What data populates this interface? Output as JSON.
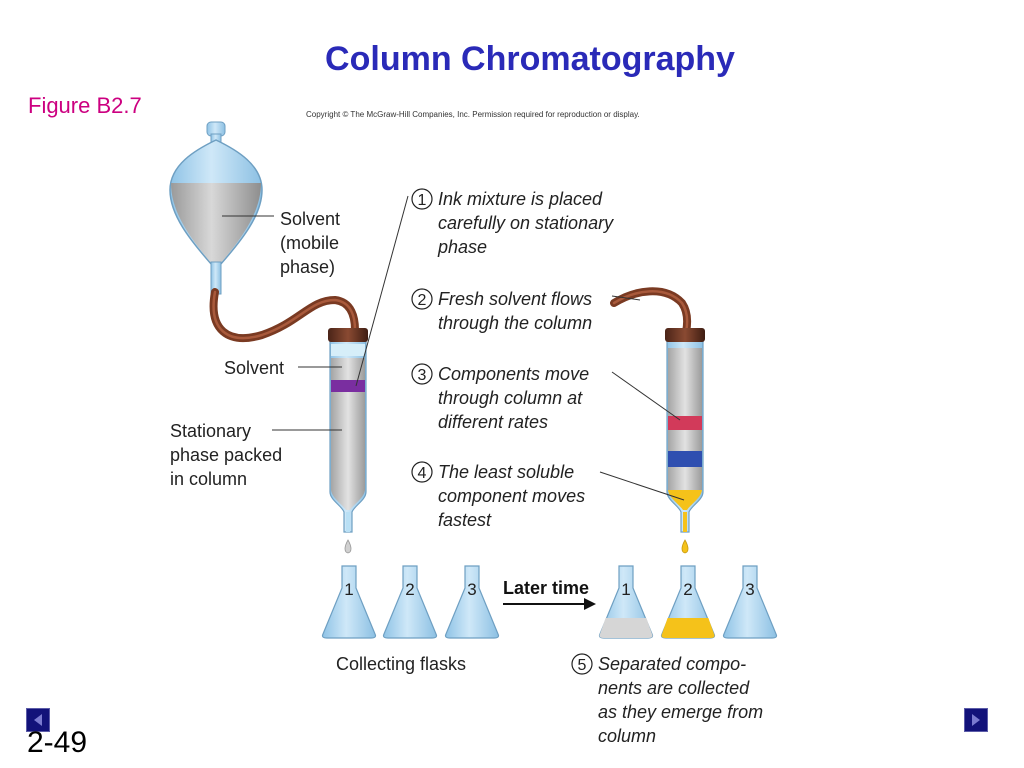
{
  "slide": {
    "title": "Column Chromatography",
    "figure_label": "Figure B2.7",
    "page_number": "2-49"
  },
  "figure": {
    "copyright": "Copyright © The McGraw-Hill Companies, Inc. Permission required for reproduction or display.",
    "labels": {
      "solvent_mobile": [
        "Solvent",
        "(mobile",
        "phase)"
      ],
      "solvent": "Solvent",
      "stationary": [
        "Stationary",
        "phase packed",
        "in column"
      ],
      "later_time": "Later time",
      "collecting_flasks": "Collecting flasks"
    },
    "steps": [
      {
        "num": "1",
        "lines": [
          "Ink mixture is placed",
          "carefully on stationary",
          "phase"
        ]
      },
      {
        "num": "2",
        "lines": [
          "Fresh solvent flows",
          "through the column"
        ]
      },
      {
        "num": "3",
        "lines": [
          "Components move",
          "through column at",
          "different rates"
        ]
      },
      {
        "num": "4",
        "lines": [
          "The least soluble",
          "component moves",
          "fastest"
        ]
      },
      {
        "num": "5",
        "lines": [
          "Separated compo-",
          "nents are collected",
          "as they emerge from",
          "column"
        ]
      }
    ],
    "flasks_before": [
      "1",
      "2",
      "3"
    ],
    "flasks_after": [
      "1",
      "2",
      "3"
    ]
  },
  "colors": {
    "title": "#2a2ab8",
    "figure_label": "#cc0080",
    "glass": "#a9d3ee",
    "tube": "#7a3a22",
    "ink_band": "#7a2ea0",
    "red_band": "#d23a5a",
    "blue_band": "#2f4fb0",
    "yellow": "#f5c21a",
    "nav": "#12127a"
  },
  "nav": {
    "prev_icon": "previous-slide-icon",
    "next_icon": "next-slide-icon"
  }
}
